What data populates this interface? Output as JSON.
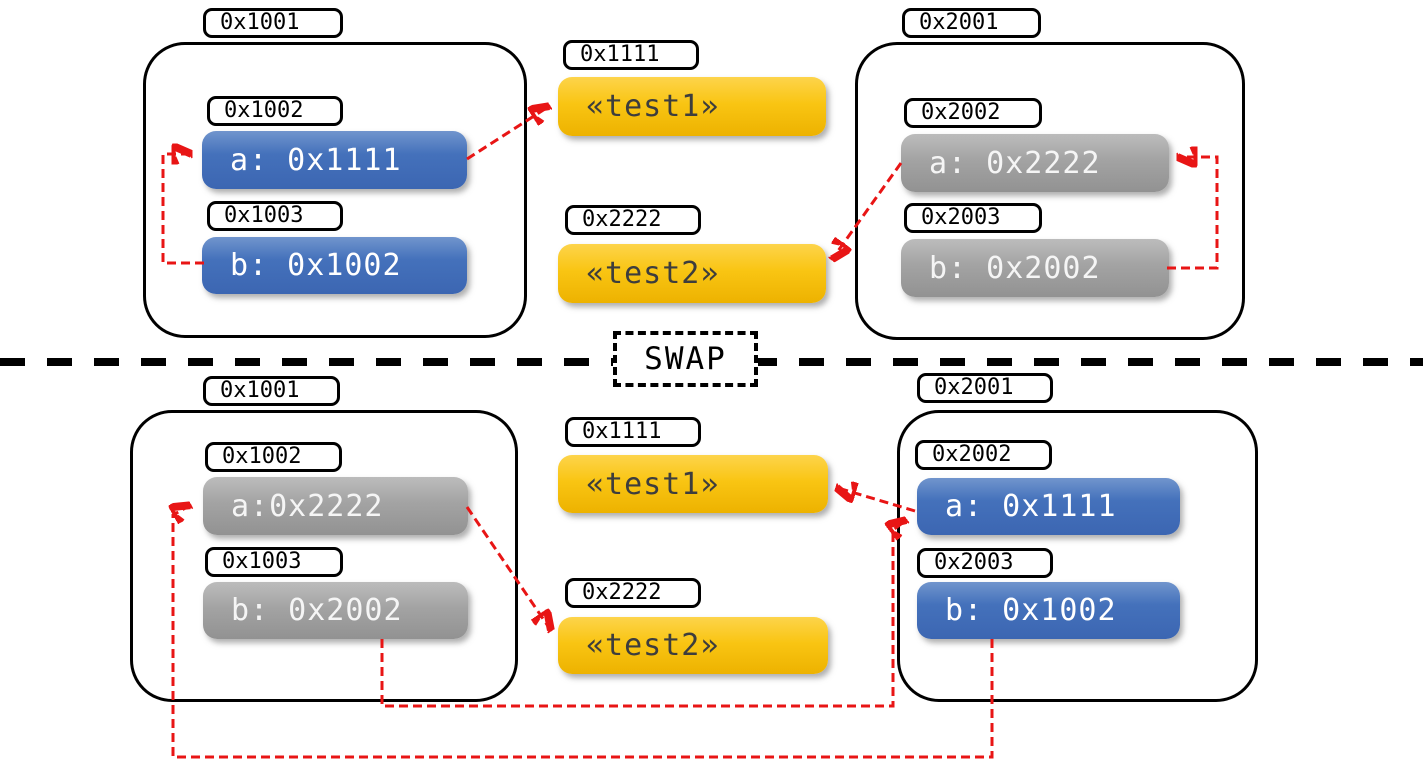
{
  "diagram": {
    "swap_label": "SWAP",
    "colors": {
      "pointer_blue": "#4471bb",
      "pointer_gray": "#a3a3a3",
      "string_yellow": "#f9c513",
      "arrow_red": "#e81515",
      "outline_black": "#000000"
    },
    "before": {
      "left": {
        "address": "0x1001",
        "slot_a": {
          "address": "0x1002",
          "value": "a: 0x1111"
        },
        "slot_b": {
          "address": "0x1003",
          "value": "b: 0x1002"
        }
      },
      "heap": {
        "str1": {
          "address": "0x1111",
          "value": "«test1»"
        },
        "str2": {
          "address": "0x2222",
          "value": "«test2»"
        }
      },
      "right": {
        "address": "0x2001",
        "slot_a": {
          "address": "0x2002",
          "value": "a: 0x2222"
        },
        "slot_b": {
          "address": "0x2003",
          "value": "b: 0x2002"
        }
      }
    },
    "after": {
      "left": {
        "address": "0x1001",
        "slot_a": {
          "address": "0x1002",
          "value": "a:0x2222"
        },
        "slot_b": {
          "address": "0x1003",
          "value": "b: 0x2002"
        }
      },
      "heap": {
        "str1": {
          "address": "0x1111",
          "value": "«test1»"
        },
        "str2": {
          "address": "0x2222",
          "value": "«test2»"
        }
      },
      "right": {
        "address": "0x2001",
        "slot_a": {
          "address": "0x2002",
          "value": "a: 0x1111"
        },
        "slot_b": {
          "address": "0x2003",
          "value": "b: 0x1002"
        }
      }
    }
  }
}
